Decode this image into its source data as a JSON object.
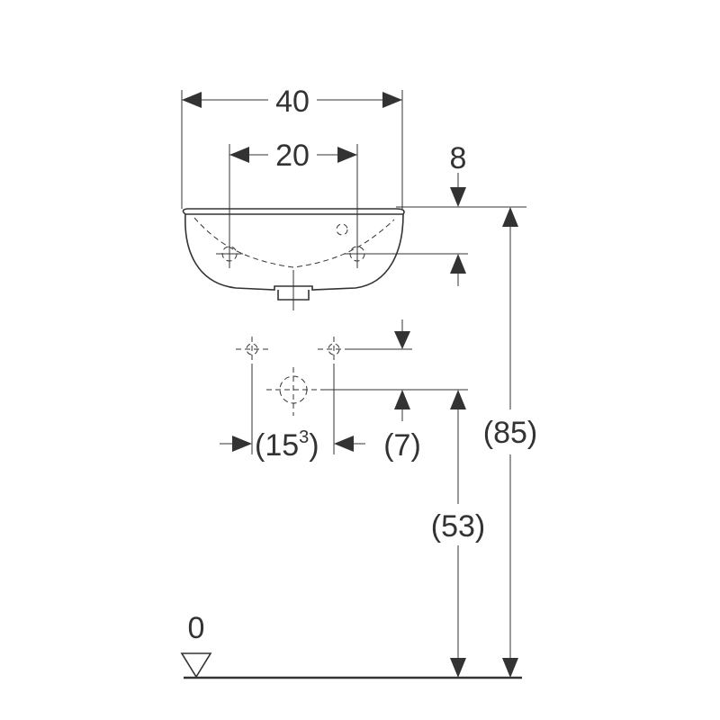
{
  "dimensions": {
    "basin_width": "40",
    "tap_hole_spacing": "20",
    "rim_to_tap_hole": "8",
    "total_height": "(85)",
    "drain_height": "(53)",
    "supply_spacing_main": "(15",
    "supply_spacing_sup": "3",
    "supply_spacing_close": ")",
    "supply_offset": "(7)",
    "floor_level": "0"
  },
  "colors": {
    "line": "#333333",
    "background": "#ffffff"
  }
}
